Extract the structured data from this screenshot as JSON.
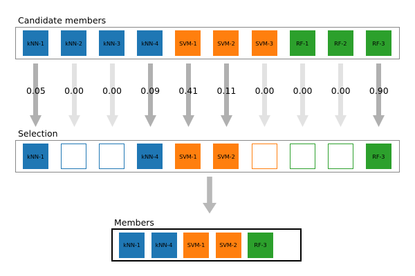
{
  "palette": {
    "knn": "#1f77b4",
    "svm": "#ff7f0e",
    "rf": "#2ca02c",
    "arrow_strong": "#b0b0b0",
    "arrow_weak": "#e2e2e2",
    "arrow_main": "#b8b8b8",
    "box_border_gray": "#888888",
    "box_border_black": "#000000",
    "text": "#000000",
    "background": "#ffffff"
  },
  "candidates": {
    "caption": "Candidate members",
    "items": [
      {
        "label": "kNN-1",
        "family": "knn",
        "selected": true
      },
      {
        "label": "kNN-2",
        "family": "knn",
        "selected": true
      },
      {
        "label": "kNN-3",
        "family": "knn",
        "selected": true
      },
      {
        "label": "kNN-4",
        "family": "knn",
        "selected": true
      },
      {
        "label": "SVM-1",
        "family": "svm",
        "selected": true
      },
      {
        "label": "SVM-2",
        "family": "svm",
        "selected": true
      },
      {
        "label": "SVM-3",
        "family": "svm",
        "selected": true
      },
      {
        "label": "RF-1",
        "family": "rf",
        "selected": true
      },
      {
        "label": "RF-2",
        "family": "rf",
        "selected": true
      },
      {
        "label": "RF-3",
        "family": "rf",
        "selected": true
      }
    ]
  },
  "weights": {
    "values": [
      "0.05",
      "0.00",
      "0.00",
      "0.09",
      "0.41",
      "0.11",
      "0.00",
      "0.00",
      "0.00",
      "0.90"
    ],
    "numeric": [
      0.05,
      0.0,
      0.0,
      0.09,
      0.41,
      0.11,
      0.0,
      0.0,
      0.0,
      0.9
    ]
  },
  "selection": {
    "caption": "Selection",
    "items": [
      {
        "label": "kNN-1",
        "family": "knn",
        "selected": true
      },
      {
        "label": "",
        "family": "knn",
        "selected": false
      },
      {
        "label": "",
        "family": "knn",
        "selected": false
      },
      {
        "label": "kNN-4",
        "family": "knn",
        "selected": true
      },
      {
        "label": "SVM-1",
        "family": "svm",
        "selected": true
      },
      {
        "label": "SVM-2",
        "family": "svm",
        "selected": true
      },
      {
        "label": "",
        "family": "svm",
        "selected": false
      },
      {
        "label": "",
        "family": "rf",
        "selected": false
      },
      {
        "label": "",
        "family": "rf",
        "selected": false
      },
      {
        "label": "RF-3",
        "family": "rf",
        "selected": true
      }
    ]
  },
  "members": {
    "caption": "Members",
    "items": [
      {
        "label": "kNN-1",
        "family": "knn",
        "selected": true
      },
      {
        "label": "kNN-4",
        "family": "knn",
        "selected": true
      },
      {
        "label": "SVM-1",
        "family": "svm",
        "selected": true
      },
      {
        "label": "SVM-2",
        "family": "svm",
        "selected": true
      },
      {
        "label": "RF-3",
        "family": "rf",
        "selected": true
      }
    ]
  }
}
